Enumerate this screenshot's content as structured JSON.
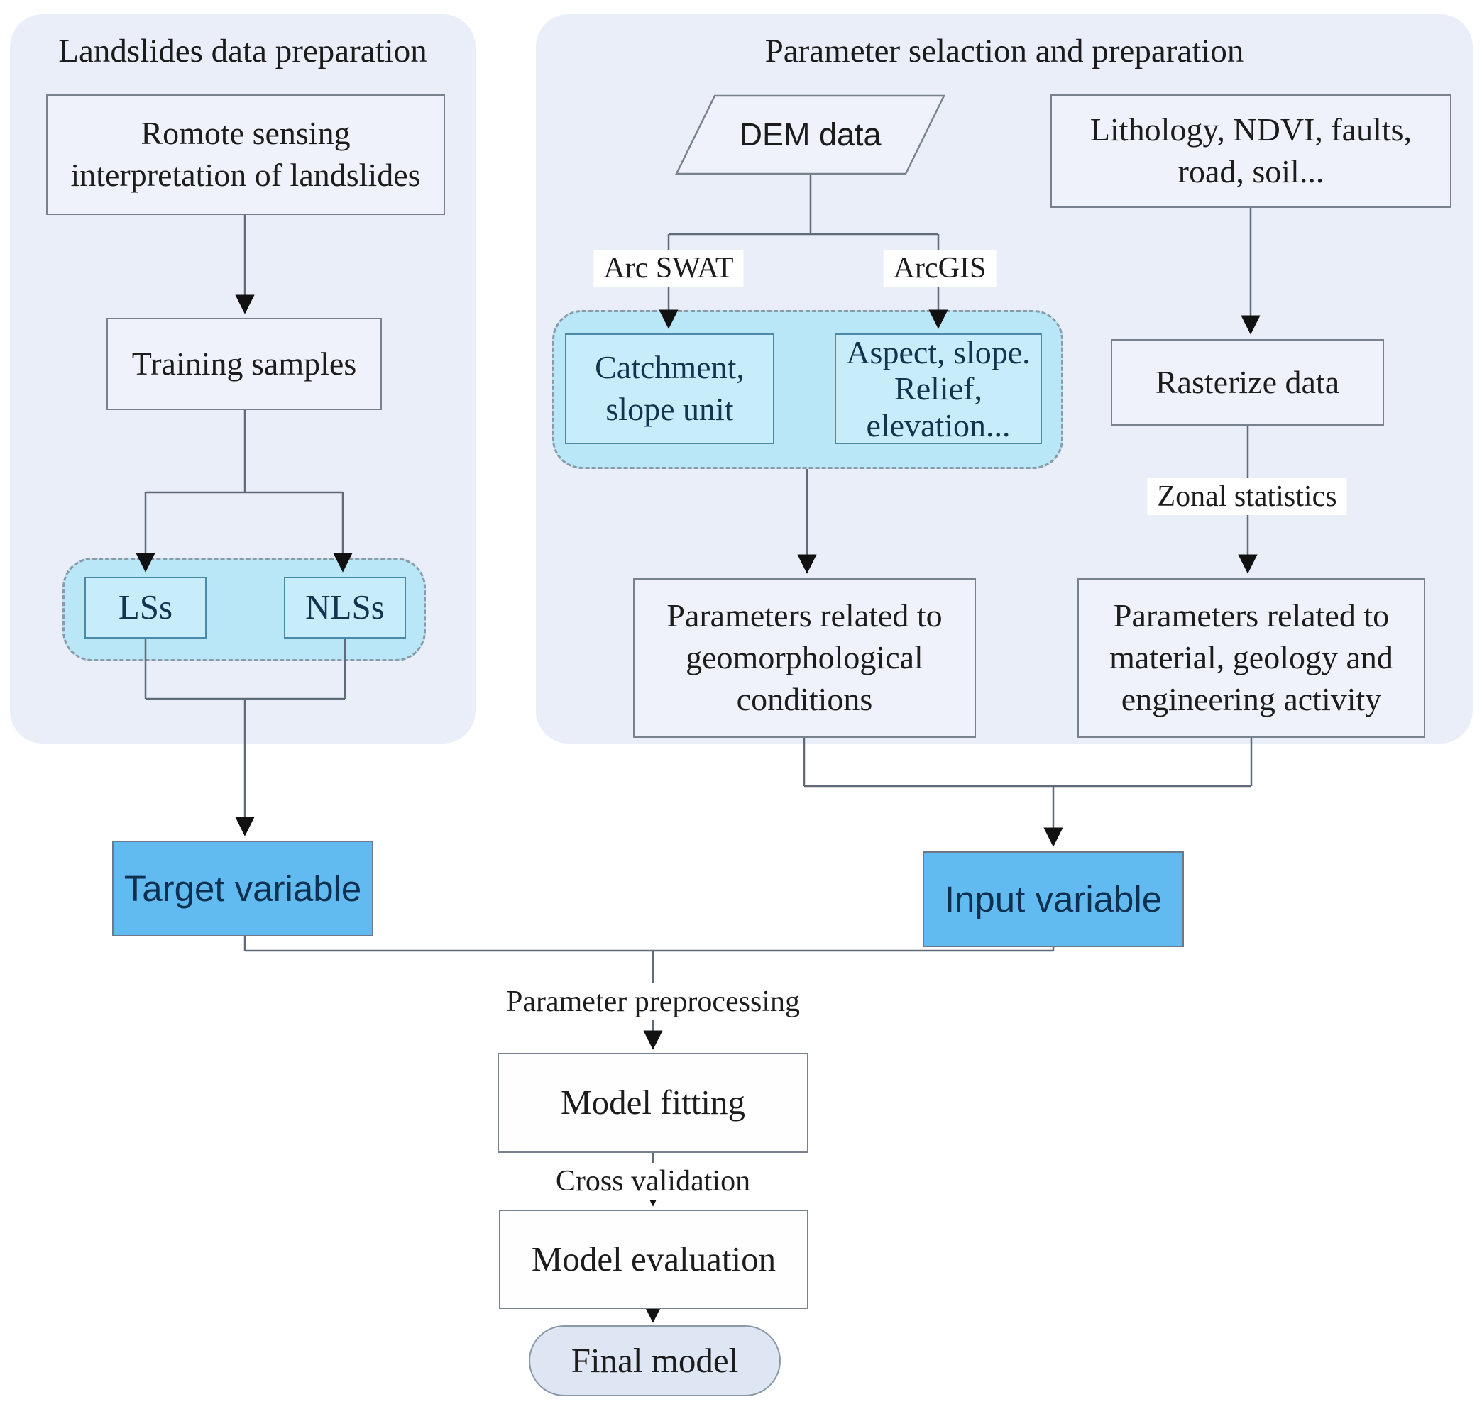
{
  "panels": {
    "left": {
      "title": "Landslides data preparation"
    },
    "right": {
      "title": "Parameter selaction and preparation"
    }
  },
  "nodes": {
    "remote": {
      "label": "Romote sensing\ninterpretation of landslides"
    },
    "training": {
      "label": "Training samples"
    },
    "lss": {
      "label": "LSs"
    },
    "nlss": {
      "label": "NLSs"
    },
    "dem": {
      "label": "DEM data"
    },
    "lithology": {
      "label": "Lithology, NDVI, faults,\nroad, soil..."
    },
    "catchment": {
      "label": "Catchment,\nslope unit"
    },
    "aspect": {
      "label": "Aspect, slope.\nRelief,\nelevation..."
    },
    "rasterize": {
      "label": "Rasterize data"
    },
    "geomorph": {
      "label": "Parameters related to\ngeomorphological\nconditions"
    },
    "material": {
      "label": "Parameters related to\nmaterial, geology and\nengineering activity"
    },
    "target": {
      "label": "Target variable"
    },
    "input": {
      "label": "Input variable"
    },
    "model_fitting": {
      "label": "Model fitting"
    },
    "model_evaluation": {
      "label": "Model evaluation"
    },
    "final_model": {
      "label": "Final model"
    }
  },
  "edge_labels": {
    "arc_swat": "Arc SWAT",
    "arcgis": "ArcGIS",
    "zonal_statistics": "Zonal statistics",
    "parameter_preprocessing": "Parameter preprocessing",
    "cross_validation": "Cross validation"
  },
  "colors": {
    "panel_bg": "#eaeef8",
    "node_bg": "#eff2fa",
    "cyan_container_bg": "#b9e7f8",
    "cyan_box_bg": "#c8edfa",
    "cyan_box_border": "#4a8aa8",
    "variable_box_bg": "#62bbf0",
    "variable_text": "#0d3050",
    "final_model_bg": "#dde6f2",
    "line": "#5f6b78",
    "arrowhead": "#111111"
  }
}
